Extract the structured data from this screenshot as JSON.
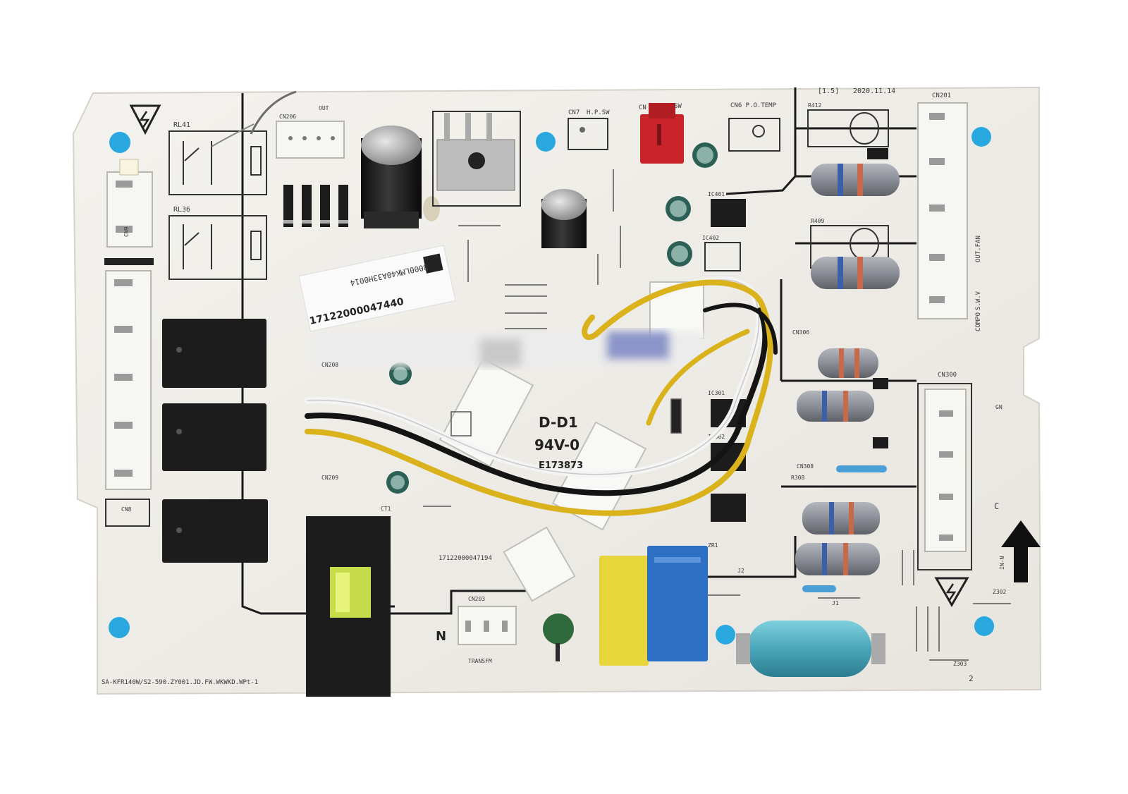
{
  "colors": {
    "board": "#f1efea",
    "trace": "#1a1a1a",
    "mount_hole": "#29a8e0",
    "relay": "#1c1c1c",
    "connector": "#f6f6f2",
    "wire_yellow": "#d9b21c",
    "wire_black": "#141414",
    "wire_white": "#f4f4f4",
    "cap_yellow": "#e6d63b",
    "cap_blue": "#2d6fc2",
    "fuse_cyan": "#59b7c9",
    "header_red": "#c8242a"
  },
  "icons": [
    "hazard-triangle-icon",
    "arrow-up-icon"
  ],
  "labels": {
    "date": "2020.11.14",
    "version": "[1.5]",
    "ul_rating": "94V-0",
    "ul_file": "E173873",
    "board_code": "D-D1",
    "serial_top": "17122000047440",
    "serial_top_rotated": "8000LMK40A33H0014",
    "serial_bottom": "17122000047194",
    "model": "SA-KFR140W/S2-590.ZY001.JD.FW.WKWKD.WPt-1",
    "n_mark": "N",
    "page_mark": "2",
    "cn7": "CN7",
    "hp_sw": "H.P.SW",
    "cn_sw": "CN",
    "sw": "SW",
    "cn6_temp": "CN6 P.O.TEMP",
    "cn201": "CN201",
    "cn203": "CN203",
    "cn206": "CN206",
    "cn300": "CN300",
    "cn306": "CN306",
    "cn308": "CN308",
    "cn208": "CN208",
    "cn209": "CN209",
    "cn8": "CN8",
    "cn9": "CN9",
    "cn206_out": "OUT",
    "rl41": "RL41",
    "rl36": "RL36",
    "ct1": "CT1",
    "transfm": "TRANSFM",
    "out_fan": "OUT.FAN",
    "swv": "S.W.V",
    "compo": "COMPO",
    "r412": "R412",
    "r409": "R409",
    "r308": "R308",
    "j1": "J1",
    "j2": "J2",
    "ic401": "IC401",
    "ic402": "IC402",
    "ic301": "IC301",
    "ic302": "IC302",
    "zr1": "ZR1",
    "z302": "Z302",
    "z303": "Z303",
    "gn": "GN",
    "in_n": "IN-N",
    "c_mark": "C"
  }
}
